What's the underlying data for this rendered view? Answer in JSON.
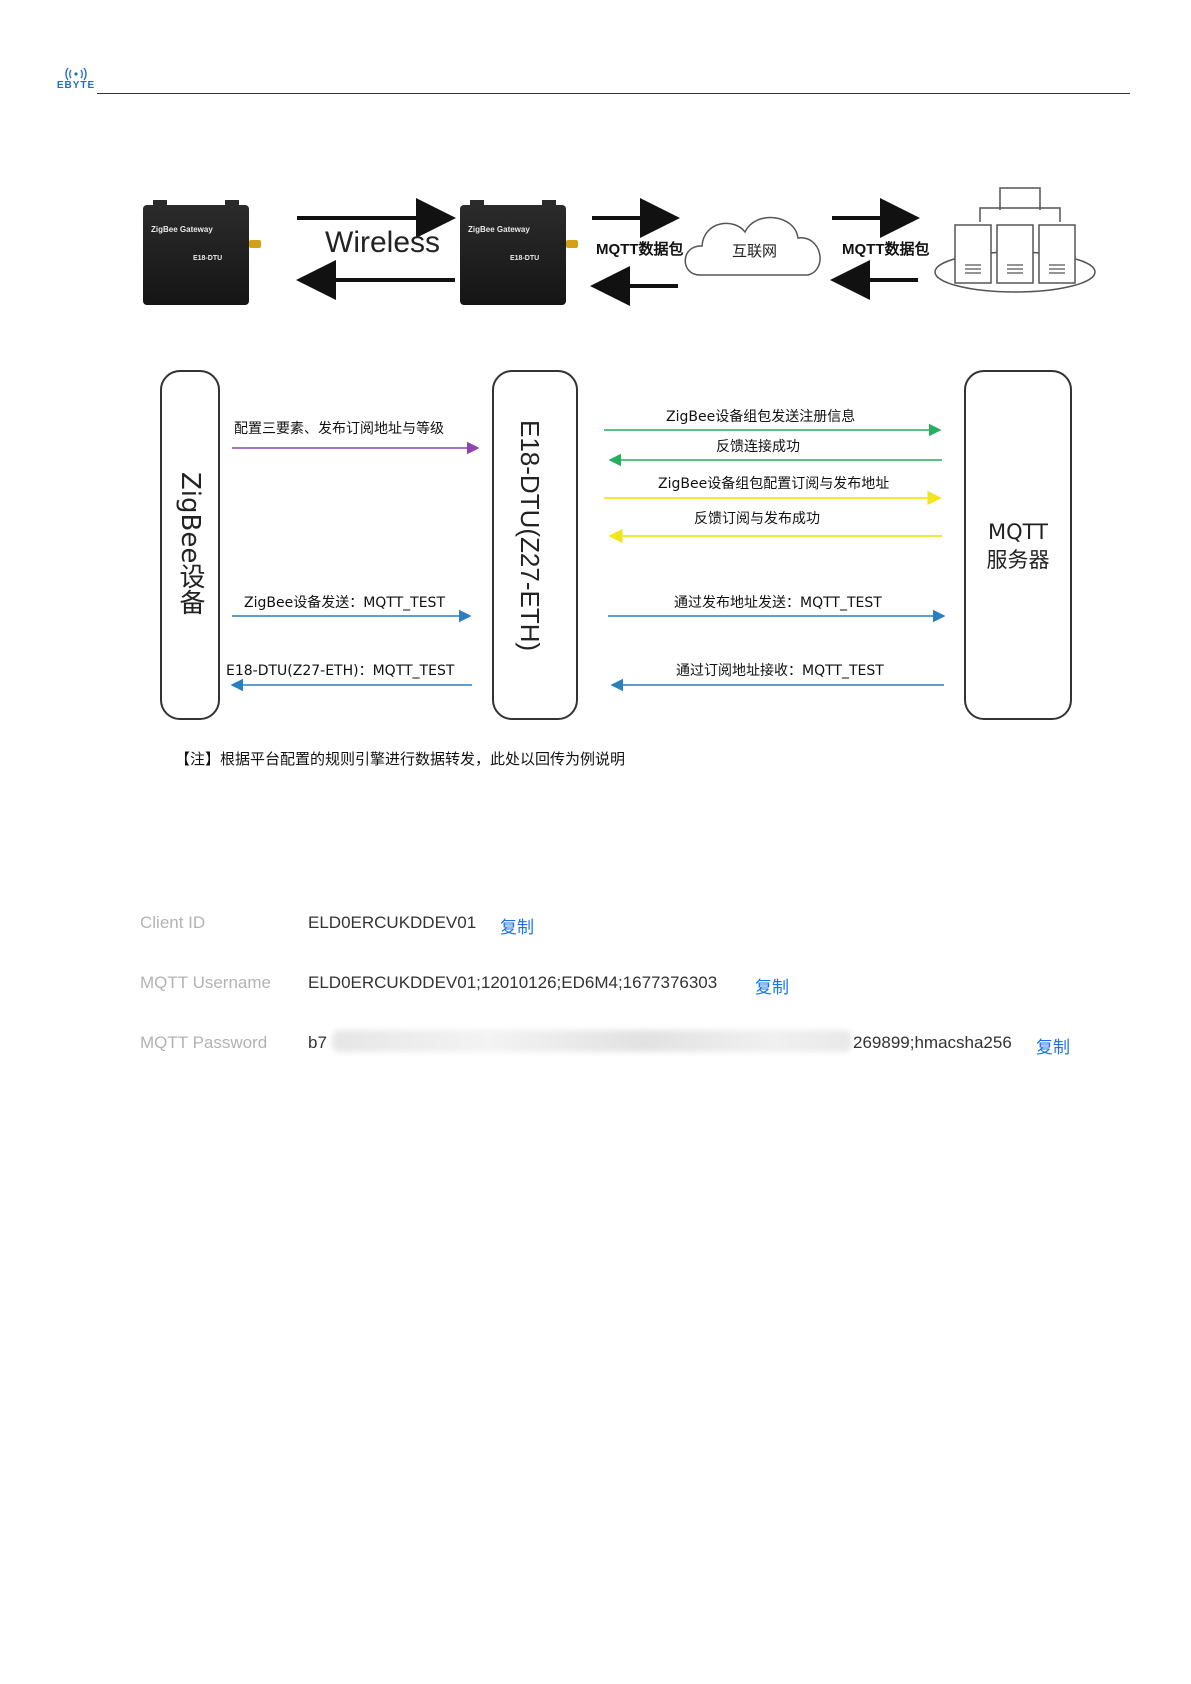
{
  "header": {
    "logo_text": "EBYTE"
  },
  "topology": {
    "device_title": "ZigBee Gateway",
    "device_model": "E18-DTU",
    "wireless": "Wireless",
    "packet_left": "MQTT数据包",
    "internet": "互联网",
    "packet_right": "MQTT数据包"
  },
  "sequence": {
    "lane_left": "ZigBee设备",
    "lane_middle": "E18-DTU(Z27-ETH)",
    "lane_right_line1": "MQTT",
    "lane_right_line2": "服务器",
    "messages": [
      {
        "text": "配置三要素、发布订阅地址与等级",
        "color": "#8e44ad"
      },
      {
        "text": "ZigBee设备发送：MQTT_TEST",
        "color": "#2a7fc0"
      },
      {
        "text": "E18-DTU(Z27-ETH)：MQTT_TEST",
        "color": "#2a7fc0"
      },
      {
        "text": "ZigBee设备组包发送注册信息",
        "color": "#27ae60"
      },
      {
        "text": "反馈连接成功",
        "color": "#27ae60"
      },
      {
        "text": "ZigBee设备组包配置订阅与发布地址",
        "color": "#f1e61c"
      },
      {
        "text": "反馈订阅与发布成功",
        "color": "#f1e61c"
      },
      {
        "text": "通过发布地址发送：MQTT_TEST",
        "color": "#2a7fc0"
      },
      {
        "text": "通过订阅地址接收：MQTT_TEST",
        "color": "#2a7fc0"
      }
    ],
    "note": "【注】根据平台配置的规则引擎进行数据转发，此处以回传为例说明"
  },
  "credentials": {
    "copy_label": "复制",
    "rows": [
      {
        "label": "Client ID",
        "value": "ELD0ERCUKDDEV01"
      },
      {
        "label": "MQTT Username",
        "value": "ELD0ERCUKDDEV01;12010126;ED6M4;1677376303"
      },
      {
        "label": "MQTT Password",
        "value_start": "b7",
        "value_end": "269899;hmacsha256"
      }
    ]
  },
  "colors": {
    "accent": "#1a73e8",
    "green": "#27ae60",
    "yellow": "#f1e61c",
    "purple": "#8e44ad",
    "blue": "#2a7fc0"
  }
}
